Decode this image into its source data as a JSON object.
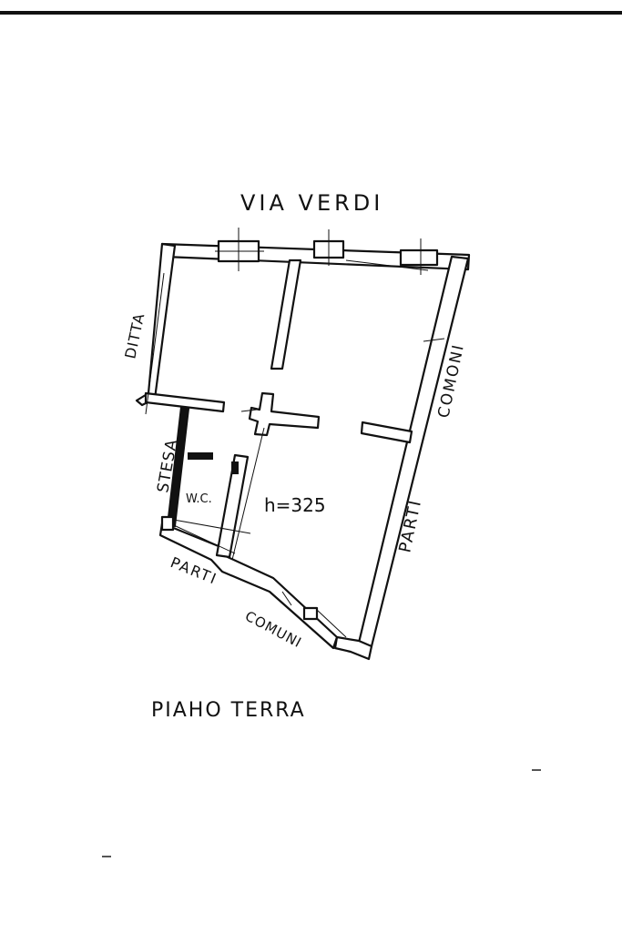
{
  "labels": {
    "street": "VIA   VERDI",
    "neighbour_left": "DITTA",
    "parti_right": "PARTI",
    "comuni_right": "COMONI",
    "stesa": "STESA",
    "wc": "W.C.",
    "height": "h=325",
    "parti_bottom": "PARTI",
    "comuni_bottom": "COMUNI",
    "floor_name": "PIAHO   TERRA"
  },
  "colors": {
    "ink": "#111111",
    "paper": "#ffffff"
  }
}
